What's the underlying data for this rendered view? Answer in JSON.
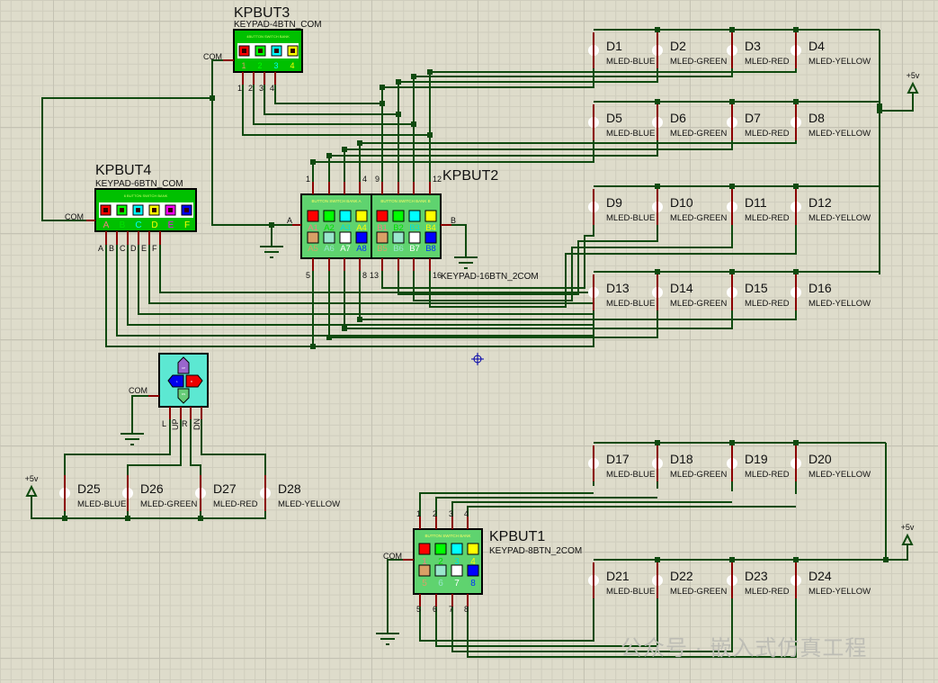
{
  "colors": {
    "wire": "#0f4a0f",
    "pin": "#8b0000",
    "kp_green": "#00c000",
    "kp_light": "#5fd36f",
    "joystick": "#5ce8d2",
    "led": "#ffffff"
  },
  "kpbut3": {
    "ref": "KPBUT3",
    "part": "KEYPAD-4BTN_COM",
    "banner": "4BUTTON SWITCH BANK",
    "com": "COM",
    "keys": [
      "1",
      "2",
      "3",
      "4"
    ],
    "pins": [
      "1",
      "2",
      "3",
      "4"
    ]
  },
  "kpbut4": {
    "ref": "KPBUT4",
    "part": "KEYPAD-6BTN_COM",
    "banner": "6 BUTTON SWITCH BANK",
    "com": "COM",
    "keys": [
      "A",
      "B",
      "C",
      "D",
      "E",
      "F"
    ],
    "pins": [
      "A",
      "B",
      "C",
      "D",
      "E",
      "F"
    ]
  },
  "kpbut2": {
    "ref": "KPBUT2",
    "part": "KEYPAD-16BTN_2COM",
    "banner_a": "BUTTON SWITCH BANK A",
    "banner_b": "BUTTON SWITCH BANK B",
    "com_a": "A",
    "com_b": "B",
    "keys_a": [
      "A1",
      "A2",
      "A3",
      "A4",
      "A5",
      "A6",
      "A7",
      "A8"
    ],
    "keys_b": [
      "B1",
      "B2",
      "B3",
      "B4",
      "B5",
      "B6",
      "B7",
      "B8"
    ],
    "pin_labels": {
      "p1": "1",
      "p4": "4",
      "p9": "9",
      "p12": "12",
      "p5": "5",
      "p8": "8",
      "p13": "13",
      "p16": "16"
    }
  },
  "kpbut1": {
    "ref": "KPBUT1",
    "part": "KEYPAD-8BTN_2COM",
    "banner": "BUTTON SWITCH BANK",
    "com": "COM",
    "keys": [
      "1",
      "2",
      "3",
      "4",
      "5",
      "6",
      "7",
      "8"
    ],
    "pins_top": [
      "1",
      "2",
      "3",
      "4"
    ],
    "pins_bottom": [
      "5",
      "6",
      "7",
      "8"
    ]
  },
  "joystick": {
    "com": "COM",
    "keys": [
      "UP",
      "L",
      "R",
      "DN"
    ],
    "pins": [
      "L",
      "UP",
      "R",
      "DN"
    ]
  },
  "power": {
    "label": "+5v"
  },
  "leds": [
    {
      "ref": "D1",
      "type": "MLED-BLUE"
    },
    {
      "ref": "D2",
      "type": "MLED-GREEN"
    },
    {
      "ref": "D3",
      "type": "MLED-RED"
    },
    {
      "ref": "D4",
      "type": "MLED-YELLOW"
    },
    {
      "ref": "D5",
      "type": "MLED-BLUE"
    },
    {
      "ref": "D6",
      "type": "MLED-GREEN"
    },
    {
      "ref": "D7",
      "type": "MLED-RED"
    },
    {
      "ref": "D8",
      "type": "MLED-YELLOW"
    },
    {
      "ref": "D9",
      "type": "MLED-BLUE"
    },
    {
      "ref": "D10",
      "type": "MLED-GREEN"
    },
    {
      "ref": "D11",
      "type": "MLED-RED"
    },
    {
      "ref": "D12",
      "type": "MLED-YELLOW"
    },
    {
      "ref": "D13",
      "type": "MLED-BLUE"
    },
    {
      "ref": "D14",
      "type": "MLED-GREEN"
    },
    {
      "ref": "D15",
      "type": "MLED-RED"
    },
    {
      "ref": "D16",
      "type": "MLED-YELLOW"
    },
    {
      "ref": "D17",
      "type": "MLED-BLUE"
    },
    {
      "ref": "D18",
      "type": "MLED-GREEN"
    },
    {
      "ref": "D19",
      "type": "MLED-RED"
    },
    {
      "ref": "D20",
      "type": "MLED-YELLOW"
    },
    {
      "ref": "D21",
      "type": "MLED-BLUE"
    },
    {
      "ref": "D22",
      "type": "MLED-GREEN"
    },
    {
      "ref": "D23",
      "type": "MLED-RED"
    },
    {
      "ref": "D24",
      "type": "MLED-YELLOW"
    },
    {
      "ref": "D25",
      "type": "MLED-BLUE"
    },
    {
      "ref": "D26",
      "type": "MLED-GREEN"
    },
    {
      "ref": "D27",
      "type": "MLED-RED"
    },
    {
      "ref": "D28",
      "type": "MLED-YELLOW"
    }
  ],
  "watermark": "公众号 · 嵌入式仿真工程"
}
